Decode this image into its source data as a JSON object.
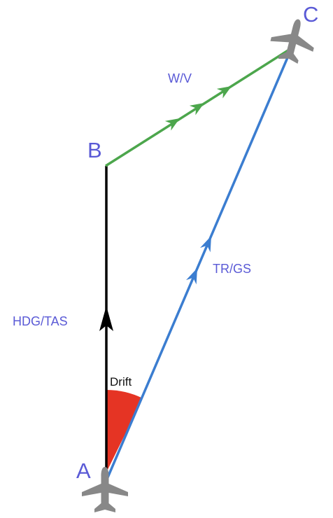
{
  "points": {
    "a": "A",
    "b": "B",
    "c": "C"
  },
  "vectors": {
    "heading": "HDG/TAS",
    "wind": "W/V",
    "track": "TR/GS"
  },
  "angle": {
    "label": "Drift"
  },
  "colors": {
    "heading": "#000000",
    "wind": "#4ca64c",
    "track": "#3b7dd0",
    "drift": "#e53424",
    "labels": "#5a5ad6",
    "aircraft": "#888888"
  },
  "icons": {
    "aircraft": "airplane-icon"
  }
}
